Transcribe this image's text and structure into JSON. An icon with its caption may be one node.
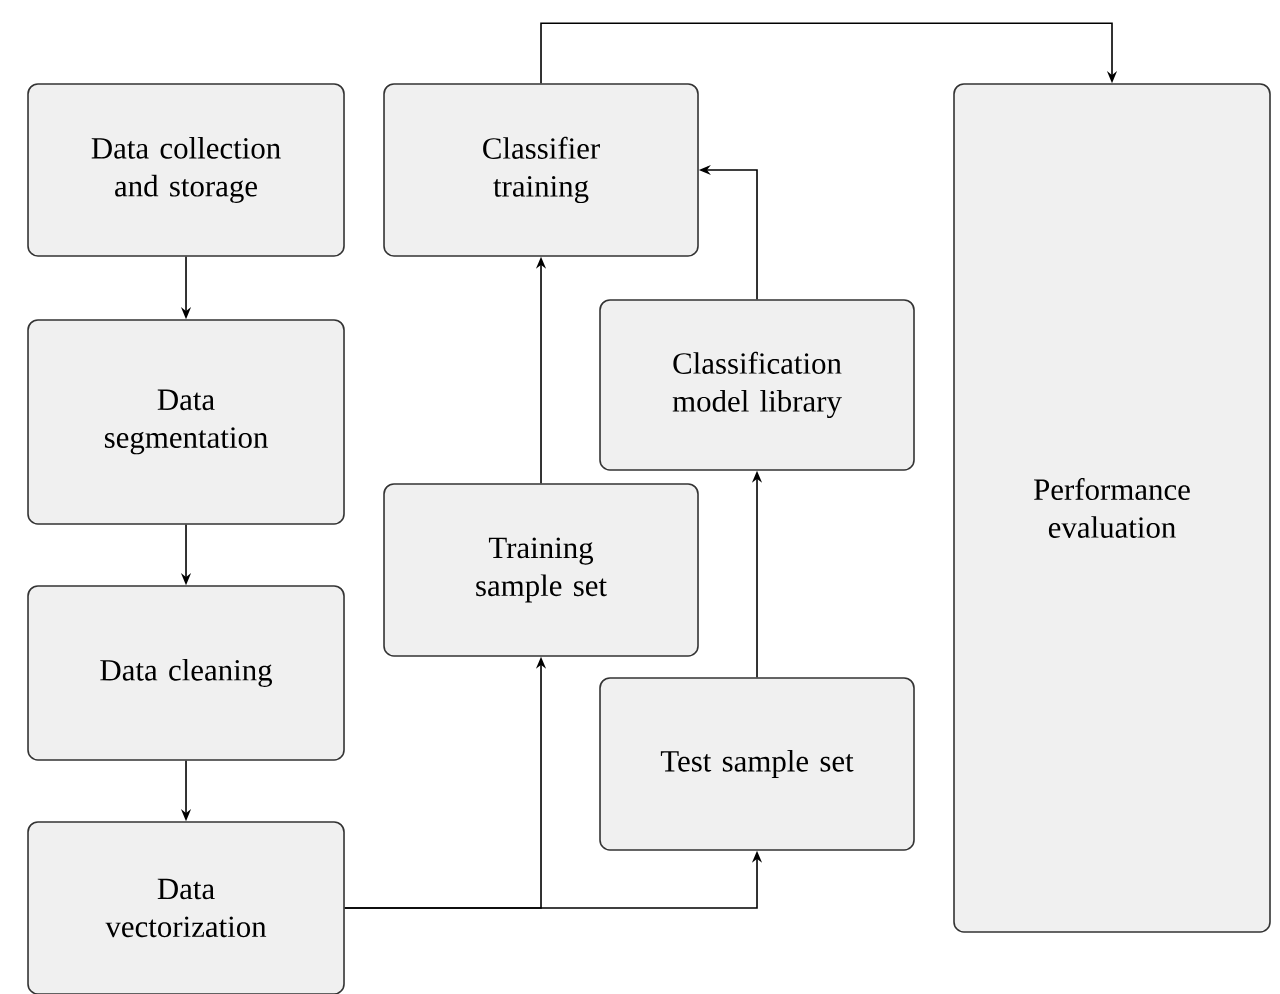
{
  "diagram": {
    "nodes": [
      {
        "text": [
          "Data collection and storage"
        ]
      },
      {
        "text": [
          "Data segmentation"
        ]
      },
      {
        "text": [
          "Data cleaning"
        ]
      },
      {
        "text": [
          "Data vectorization"
        ]
      },
      {
        "text": [
          "Classifier training"
        ]
      },
      {
        "text": [
          "Classification model library"
        ]
      },
      {
        "text": [
          "Training sample set"
        ]
      },
      {
        "text": [
          "Test sample set"
        ]
      },
      {
        "text": [
          "Performance evaluation"
        ]
      }
    ],
    "edges": [
      {
        "from": 0,
        "to": 1,
        "arrow": "to"
      },
      {
        "from": 1,
        "to": 2,
        "arrow": "to"
      },
      {
        "from": 2,
        "to": 3,
        "arrow": "to"
      },
      {
        "from": 3,
        "to": 6,
        "arrow": "to"
      },
      {
        "from": 3,
        "to": 7,
        "arrow": "to"
      },
      {
        "from": 6,
        "to": 4,
        "arrow": "to"
      },
      {
        "from": 7,
        "to": 5,
        "arrow": "to"
      },
      {
        "from": 5,
        "to": 4,
        "arrow": "to"
      },
      {
        "from": 4,
        "to": 8,
        "arrow": "to"
      }
    ]
  }
}
